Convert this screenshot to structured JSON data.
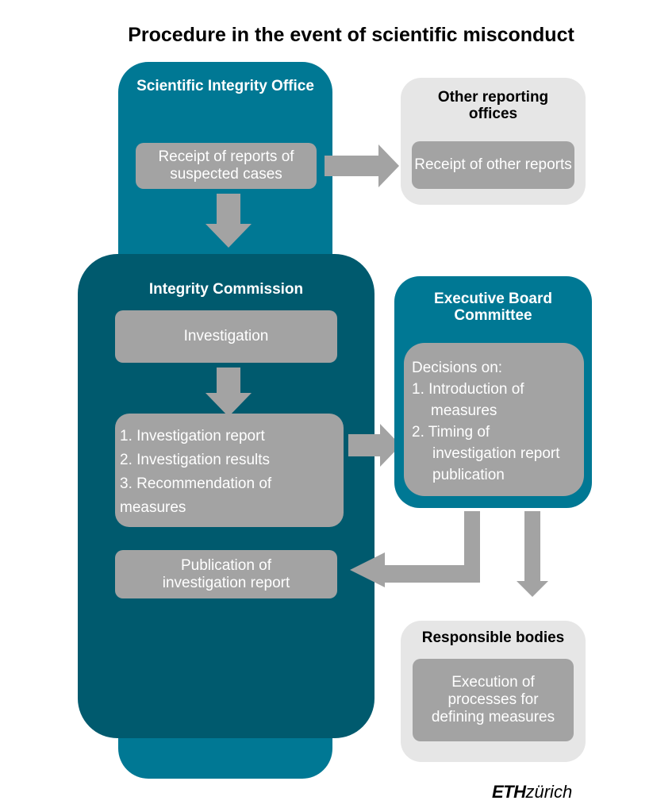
{
  "title": "Procedure in the event of scientific misconduct",
  "sio": {
    "title": "Scientific Integrity Office",
    "receipt": "Receipt of reports of suspected cases"
  },
  "other": {
    "title": "Other reporting offices",
    "receipt": "Receipt of other reports"
  },
  "ic": {
    "title": "Integrity Commission",
    "investigation": "Investigation",
    "list": [
      "1. Investigation report",
      "2. Investigation results",
      "3. Recommendation of",
      "measures"
    ],
    "publication": "Publication of investigation report"
  },
  "ebc": {
    "title": "Executive Board Committee",
    "intro": "Decisions on:",
    "items": [
      "1. Introduction of",
      "measures",
      "2. Timing of",
      "investigation report",
      "publication"
    ]
  },
  "responsible": {
    "title": "Responsible bodies",
    "execution": "Execution of processes for defining measures"
  },
  "logo": {
    "bold": "ETH",
    "rest": "zürich"
  },
  "colors": {
    "sio": "#007894",
    "ic": "#005a6e",
    "ebc": "#007894",
    "gray": "#a3a3a3",
    "light": "#e6e6e6"
  }
}
